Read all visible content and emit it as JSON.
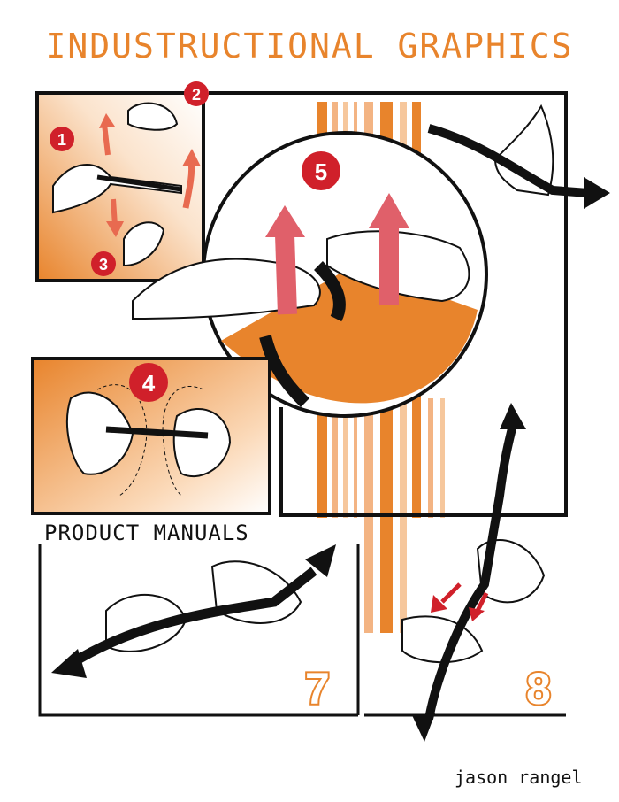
{
  "header": {
    "title": "INDUSTRUCTIONAL GRAPHICS"
  },
  "section": {
    "label": "PRODUCT MANUALS"
  },
  "credit": {
    "author": "jason rangel"
  },
  "steps": {
    "step1": "1",
    "step2": "2",
    "step3": "3",
    "step4": "4",
    "step5": "5",
    "step7": "7",
    "step8": "8"
  },
  "colors": {
    "accent_orange": "#e8842c",
    "badge_red": "#d0202a",
    "arrow_pink": "#e0606a",
    "ink": "#111111"
  }
}
